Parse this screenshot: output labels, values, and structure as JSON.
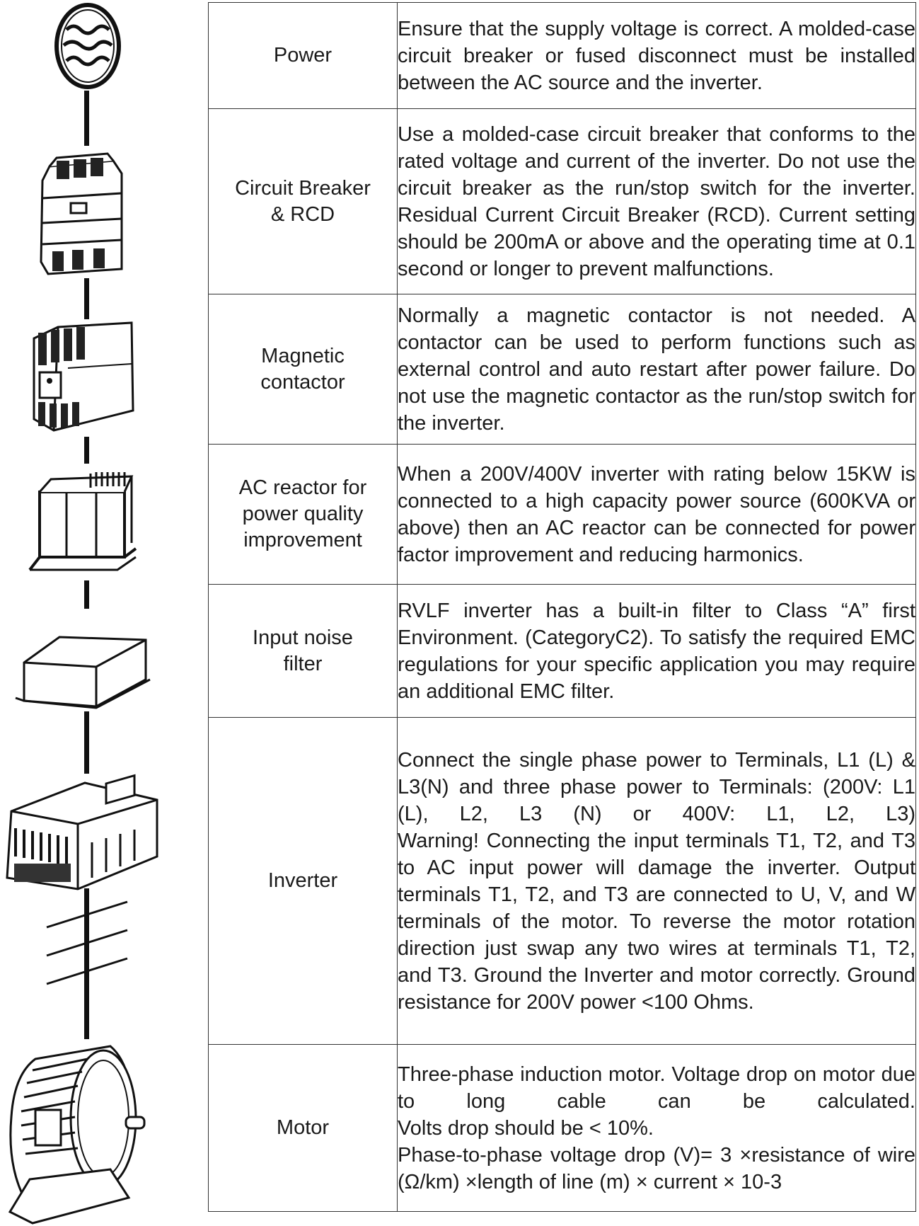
{
  "rows": [
    {
      "name": [
        "Power"
      ],
      "description": "Ensure that the supply voltage is correct. A molded-case circuit breaker or fused disconnect must be installed between the AC source and the inverter.",
      "icon": "ac-power-source-icon"
    },
    {
      "name": [
        "Circuit Breaker",
        "& RCD"
      ],
      "description": "Use a molded-case circuit breaker that conforms to the rated voltage and current of the inverter. Do not use the circuit breaker as the run/stop switch for the inverter. Residual Current Circuit Breaker (RCD). Current setting should be 200mA or above and the operating time at 0.1 second or longer to prevent malfunctions.",
      "icon": "circuit-breaker-icon"
    },
    {
      "name": [
        "Magnetic",
        "contactor"
      ],
      "description": "Normally a magnetic contactor is not needed. A contactor can be used to perform functions such as external control and auto restart after power failure. Do not use the magnetic contactor as the run/stop switch for the inverter.",
      "icon": "magnetic-contactor-icon"
    },
    {
      "name": [
        "AC reactor for",
        "power quality",
        "improvement"
      ],
      "description": "When a 200V/400V inverter with rating below 15KW is connected to a high capacity power source (600KVA or above) then an AC reactor can be connected for power factor improvement and reducing harmonics.",
      "icon": "ac-reactor-icon"
    },
    {
      "name": [
        "Input noise",
        "filter"
      ],
      "description": "RVLF inverter has a built-in filter to Class “A” first Environment. (CategoryC2). To satisfy the required EMC regulations for your specific application you may require an additional EMC filter.",
      "icon": "noise-filter-icon"
    },
    {
      "name": [
        "Inverter"
      ],
      "description_lines": [
        "Connect the single phase power to Terminals, L1 (L) & L3(N) and three phase power to Terminals: (200V: L1 (L), L2, L3 (N) or 400V: L1, L2, L3)",
        "Warning! Connecting the input terminals T1, T2, and T3 to AC input power will damage the inverter. Output terminals T1, T2, and T3 are connected to U, V, and W terminals of the motor. To reverse the motor rotation direction just swap any two wires at terminals T1, T2, and T3. Ground the Inverter and motor correctly. Ground resistance for 200V power <100 Ohms."
      ],
      "icon": "inverter-icon"
    },
    {
      "name": [
        "Motor"
      ],
      "description_lines": [
        "Three-phase induction motor. Voltage drop on motor due to long cable can be calculated.",
        "Volts drop should be  < 10%.",
        "Phase-to-phase voltage drop (V)= 3 ×resistance of wire (Ω/km) ×length of line (m) × current × 10-3"
      ],
      "icon": "induction-motor-icon"
    }
  ],
  "colors": {
    "ink": "#111111",
    "border": "#333333"
  }
}
